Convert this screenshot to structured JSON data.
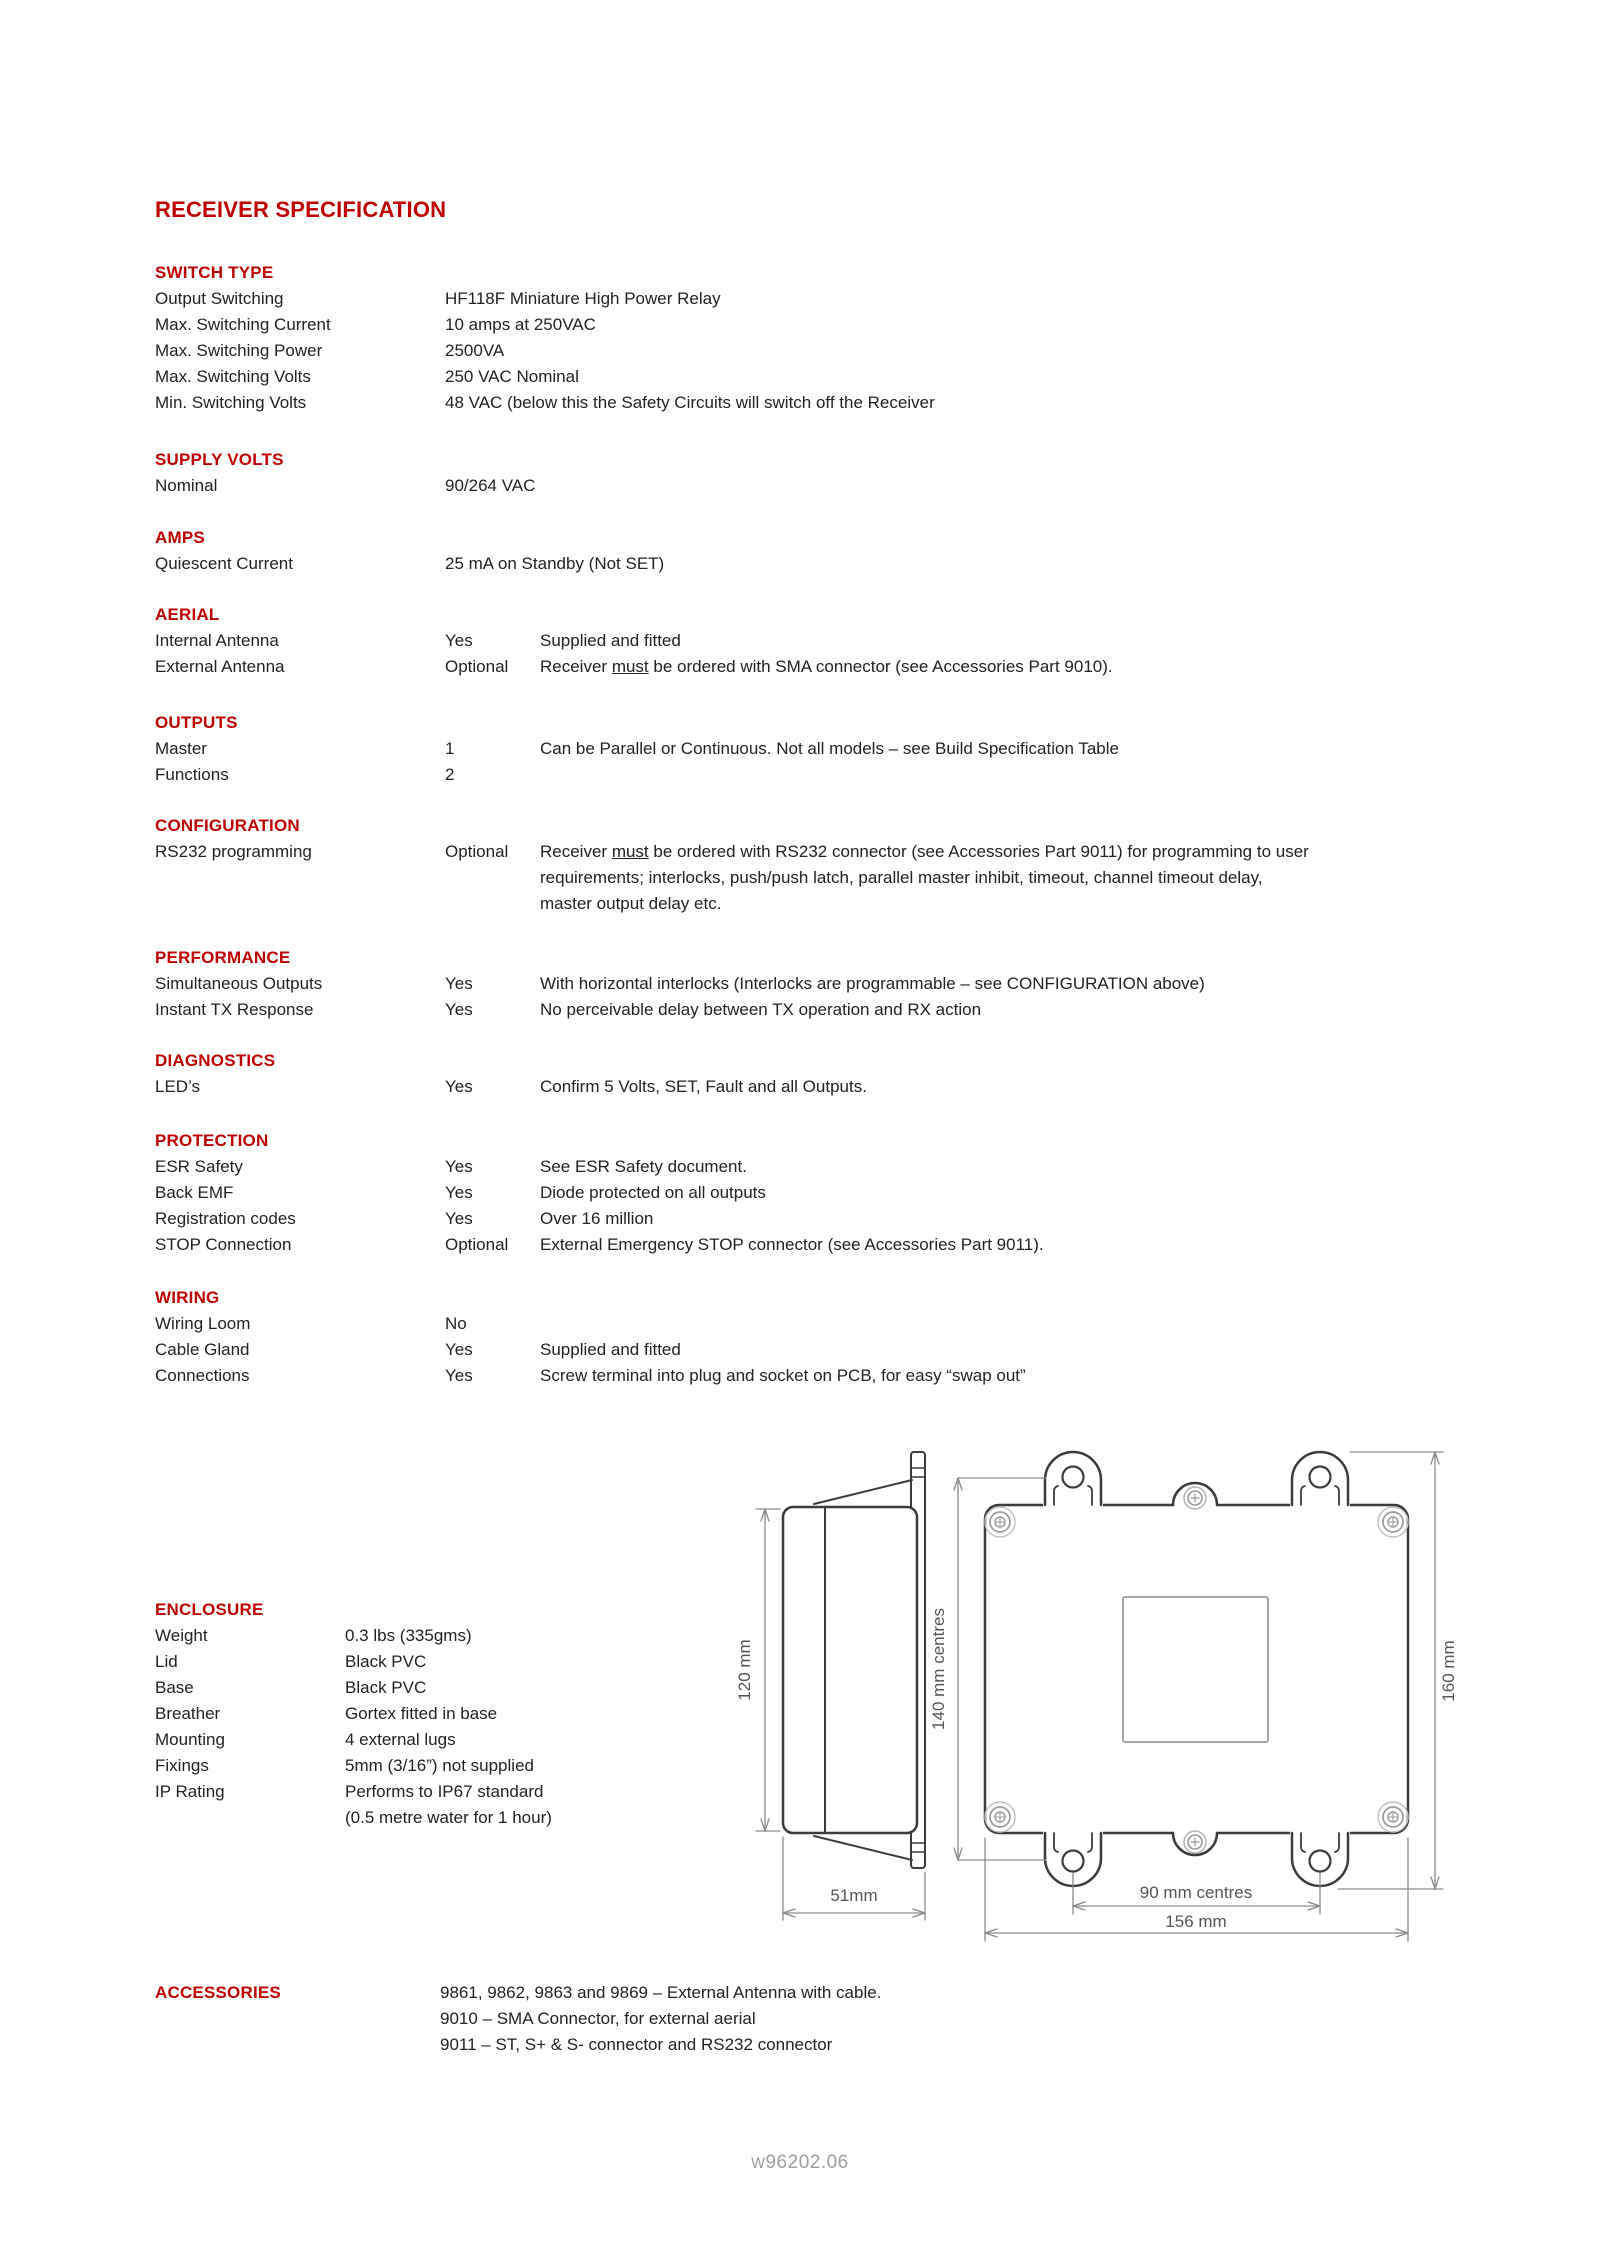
{
  "page": {
    "title": "RECEIVER SPECIFICATION",
    "footer": "w96202.06"
  },
  "colors": {
    "heading_red": "#C00000",
    "body_text": "#222222",
    "drawing_line": "#3b3b3b",
    "dimension_gray": "#8a8a8a"
  },
  "switch_type": {
    "heading": "SWITCH TYPE",
    "rows": [
      {
        "label": "Output Switching",
        "value": "HF118F Miniature High Power Relay"
      },
      {
        "label": "Max. Switching Current",
        "value": "10 amps at 250VAC"
      },
      {
        "label": "Max. Switching Power",
        "value": "2500VA"
      },
      {
        "label": "Max. Switching Volts",
        "value": "250 VAC Nominal"
      },
      {
        "label": "Min. Switching Volts",
        "value": "48 VAC (below this the Safety Circuits will switch off the Receiver"
      }
    ]
  },
  "supply_volts": {
    "heading": "SUPPLY VOLTS",
    "rows": [
      {
        "label": "Nominal",
        "value": "90/264 VAC"
      }
    ]
  },
  "amps": {
    "heading": "AMPS",
    "rows": [
      {
        "label": "Quiescent Current",
        "value": "25 mA on Standby (Not SET)"
      }
    ]
  },
  "aerial": {
    "heading": "AERIAL",
    "rows": [
      {
        "label": "Internal Antenna",
        "value": "Yes",
        "note": "Supplied and fitted"
      },
      {
        "label": "External Antenna",
        "value": "Optional",
        "note_pre": "Receiver ",
        "note_underline": "must",
        "note_post": " be ordered with SMA connector (see Accessories Part 9010)."
      }
    ]
  },
  "outputs": {
    "heading": "OUTPUTS",
    "rows": [
      {
        "label": "Master",
        "value": "1",
        "note": "Can be Parallel or Continuous. Not all models – see Build Specification Table"
      },
      {
        "label": "Functions",
        "value": "2",
        "note": ""
      }
    ]
  },
  "configuration": {
    "heading": "CONFIGURATION",
    "row": {
      "label": "RS232 programming",
      "value": "Optional",
      "line1_pre": "Receiver ",
      "line1_underline": "must",
      "line1_post": " be ordered with RS232 connector (see Accessories Part 9011) for programming to user",
      "line2": "requirements; interlocks, push/push latch, parallel master inhibit, timeout, channel timeout delay,",
      "line3": "master output delay etc."
    }
  },
  "performance": {
    "heading": "PERFORMANCE",
    "rows": [
      {
        "label": "Simultaneous Outputs",
        "value": "Yes",
        "note": "With horizontal interlocks (Interlocks are programmable – see CONFIGURATION above)"
      },
      {
        "label": "Instant TX Response",
        "value": "Yes",
        "note": "No perceivable delay between TX operation and RX action"
      }
    ]
  },
  "diagnostics": {
    "heading": "DIAGNOSTICS",
    "rows": [
      {
        "label": "LED’s",
        "value": "Yes",
        "note": "Confirm 5 Volts, SET, Fault and all Outputs."
      }
    ]
  },
  "protection": {
    "heading": "PROTECTION",
    "rows": [
      {
        "label": "ESR Safety",
        "value": "Yes",
        "note": "See ESR Safety document."
      },
      {
        "label": "Back EMF",
        "value": "Yes",
        "note": "Diode protected on all outputs"
      },
      {
        "label": "Registration codes",
        "value": "Yes",
        "note": "Over 16 million"
      },
      {
        "label": "STOP Connection",
        "value": "Optional",
        "note": "External Emergency STOP connector (see Accessories Part 9011)."
      }
    ]
  },
  "wiring": {
    "heading": "WIRING",
    "rows": [
      {
        "label": "Wiring Loom",
        "value": "No",
        "note": ""
      },
      {
        "label": "Cable Gland",
        "value": "Yes",
        "note": "Supplied and fitted"
      },
      {
        "label": "Connections",
        "value": "Yes",
        "note": "Screw terminal into plug and socket on PCB, for easy “swap out”"
      }
    ]
  },
  "enclosure": {
    "heading": "ENCLOSURE",
    "rows": [
      {
        "label": "Weight",
        "value": "0.3 lbs (335gms)"
      },
      {
        "label": "Lid",
        "value": "Black PVC"
      },
      {
        "label": "Base",
        "value": "Black PVC"
      },
      {
        "label": "Breather",
        "value": "Gortex fitted in base"
      },
      {
        "label": "Mounting",
        "value": "4 external lugs"
      },
      {
        "label": "Fixings",
        "value": "5mm (3/16”) not supplied"
      },
      {
        "label": "IP Rating",
        "value": "Performs to IP67 standard"
      },
      {
        "label": "",
        "value": "(0.5 metre water for 1 hour)"
      }
    ]
  },
  "accessories": {
    "heading": "ACCESSORIES",
    "lines": [
      "9861, 9862, 9863 and 9869 – External Antenna with cable.",
      "9010 – SMA Connector, for external aerial",
      "9011 – ST, S+ & S- connector and RS232 connector"
    ]
  },
  "diagram": {
    "labels": {
      "side_height": "120 mm",
      "side_depth": "51mm",
      "lug_centres_v": "140 mm centres",
      "overall_height": "160 mm",
      "lug_centres_h": "90 mm centres",
      "overall_width": "156 mm"
    }
  }
}
